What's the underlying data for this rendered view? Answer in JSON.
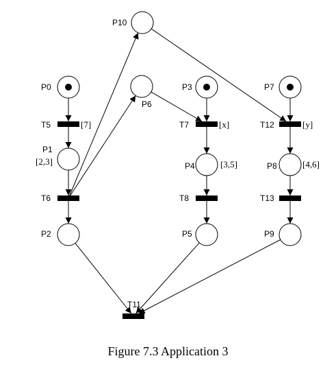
{
  "caption": "Figure 7.3 Application 3",
  "places": [
    {
      "id": "P10",
      "label": "P10",
      "tokens": 0
    },
    {
      "id": "P0",
      "label": "P0",
      "tokens": 1
    },
    {
      "id": "P6",
      "label": "P6",
      "tokens": 0
    },
    {
      "id": "P3",
      "label": "P3",
      "tokens": 1
    },
    {
      "id": "P7",
      "label": "P7",
      "tokens": 1
    },
    {
      "id": "P1",
      "label": "P1",
      "interval": "[2,3]",
      "tokens": 0
    },
    {
      "id": "P4",
      "label": "P4",
      "interval": "[3,5]",
      "tokens": 0
    },
    {
      "id": "P8",
      "label": "P8",
      "interval": "[4,6]",
      "tokens": 0
    },
    {
      "id": "P2",
      "label": "P2",
      "tokens": 0
    },
    {
      "id": "P5",
      "label": "P5",
      "tokens": 0
    },
    {
      "id": "P9",
      "label": "P9",
      "tokens": 0
    }
  ],
  "transitions": [
    {
      "id": "T5",
      "label": "T5",
      "interval": "[7]"
    },
    {
      "id": "T7",
      "label": "T7",
      "interval": "[x]"
    },
    {
      "id": "T12",
      "label": "T12",
      "interval": "[y]"
    },
    {
      "id": "T6",
      "label": "T6"
    },
    {
      "id": "T8",
      "label": "T8"
    },
    {
      "id": "T13",
      "label": "T13"
    },
    {
      "id": "T11",
      "label": "T11"
    }
  ],
  "arcs": [
    [
      "P0",
      "T5"
    ],
    [
      "T5",
      "P1"
    ],
    [
      "P1",
      "T6"
    ],
    [
      "T6",
      "P2"
    ],
    [
      "T6",
      "P10"
    ],
    [
      "T6",
      "P6"
    ],
    [
      "P6",
      "T7"
    ],
    [
      "P3",
      "T7"
    ],
    [
      "T7",
      "P4"
    ],
    [
      "P4",
      "T8"
    ],
    [
      "T8",
      "P5"
    ],
    [
      "P10",
      "T12"
    ],
    [
      "P7",
      "T12"
    ],
    [
      "T12",
      "P8"
    ],
    [
      "P8",
      "T13"
    ],
    [
      "T13",
      "P9"
    ],
    [
      "P2",
      "T11"
    ],
    [
      "P5",
      "T11"
    ],
    [
      "P9",
      "T11"
    ]
  ]
}
